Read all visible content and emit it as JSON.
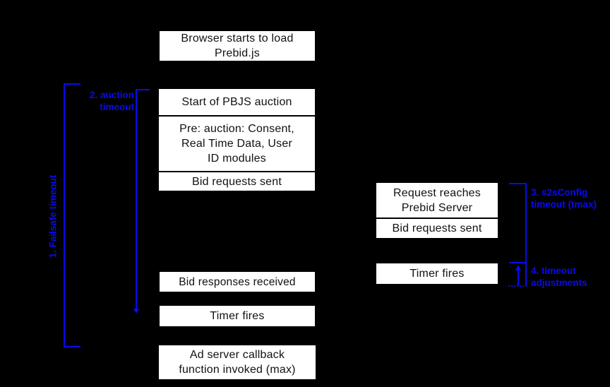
{
  "diagram_title": "Prebid.js timeout sequence diagram",
  "colors": {
    "background": "#000000",
    "box_fill": "#ffffff",
    "box_text": "#111111",
    "box_divider": "#000000",
    "annotation_blue": "#0a0af0"
  },
  "left_column": {
    "browser_load": "Browser starts to load\nPrebid.js",
    "start_auction": "Start of PBJS auction",
    "pre_auction": "Pre: auction: Consent,\nReal Time Data, User\nID modules",
    "bid_requests_sent": "Bid requests sent",
    "bid_responses_received": "Bid responses received",
    "timer_fires": "Timer fires",
    "ad_server_callback": "Ad server callback\nfunction invoked (max)"
  },
  "right_column": {
    "request_reaches_server": "Request reaches\nPrebid Server",
    "bid_requests_sent": "Bid requests sent",
    "timer_fires": "Timer fires"
  },
  "annotations": {
    "failsafe_timeout": "1. Failsafe timeout",
    "auction_timeout": "2. auction\ntimeout",
    "s2s_config_timeout": "3. s2sConfig\ntimeout (tmax)",
    "timeout_adjustments": "4. timeout\nadjustments"
  }
}
